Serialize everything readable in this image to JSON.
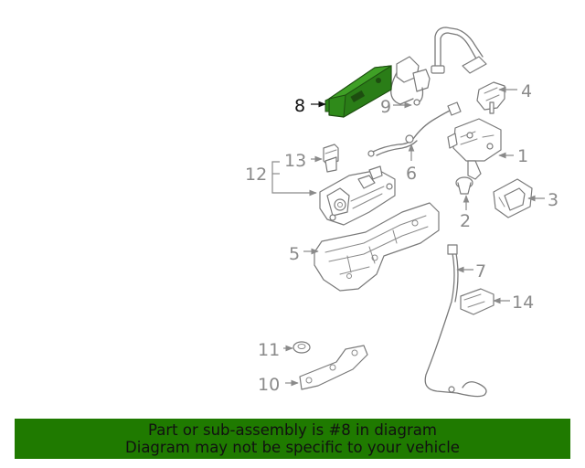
{
  "callouts": {
    "c1": "1",
    "c2": "2",
    "c3": "3",
    "c4": "4",
    "c5": "5",
    "c6": "6",
    "c7": "7",
    "c8": "8",
    "c9": "9",
    "c10": "10",
    "c11": "11",
    "c12": "12",
    "c13": "13",
    "c14": "14"
  },
  "highlighted_callout": "8",
  "colors": {
    "highlight_part": "#2f8a1a",
    "banner": "#1f7a00",
    "callout_text": "#8a8a8a",
    "callout_highlight": "#111111"
  },
  "banner": {
    "line1": "Part or sub-assembly is #8 in diagram",
    "line2": "Diagram may not be specific to your vehicle"
  }
}
